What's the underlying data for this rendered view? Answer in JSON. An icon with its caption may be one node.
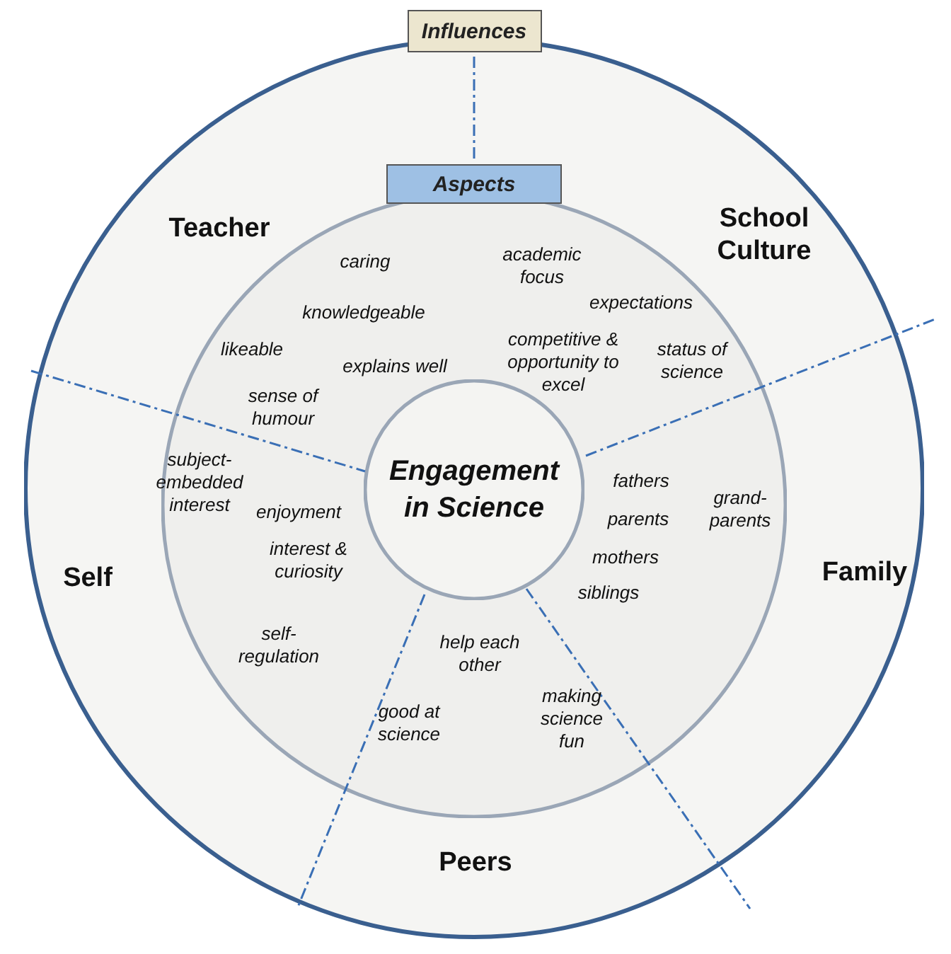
{
  "diagram": {
    "nodes": [
      {
        "text": [
          "Influences"
        ]
      },
      {
        "text": [
          "Aspects"
        ],
        "in": 0
      },
      {
        "text": [
          "Engagement in Science"
        ],
        "in": 1
      }
    ],
    "labels": [
      "Teacher",
      "School Culture",
      "caring",
      "academic focus",
      "knowledgeable",
      "expectations",
      "likeable",
      "competitive & opportunity to excel",
      "status of science",
      "explains well",
      "sense of humour",
      "subject-embedded interest",
      "fathers",
      "enjoyment",
      "parents",
      "grand-parents",
      "Self",
      "Family",
      "mothers",
      "interest & curiosity",
      "siblings",
      "help each other",
      "self-regulation",
      "making science fun",
      "good at science",
      "Peers"
    ]
  }
}
